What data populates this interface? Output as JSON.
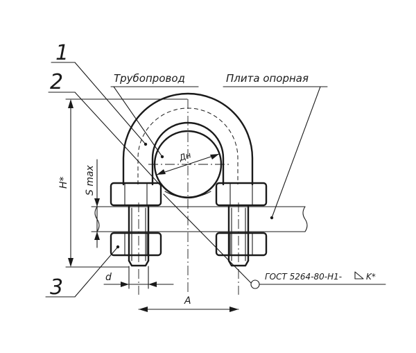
{
  "labels": {
    "part1": "1",
    "part2": "2",
    "part3": "3",
    "pipeline": "Трубопровод",
    "support_plate": "Плита опорная",
    "pipe_diameter": "Дн",
    "height": "H*",
    "s_max": "S max",
    "thread_d": "d",
    "width_a": "A",
    "weld_note": "ГОСТ 5264-80-Н1-",
    "weld_leg": "K*"
  }
}
